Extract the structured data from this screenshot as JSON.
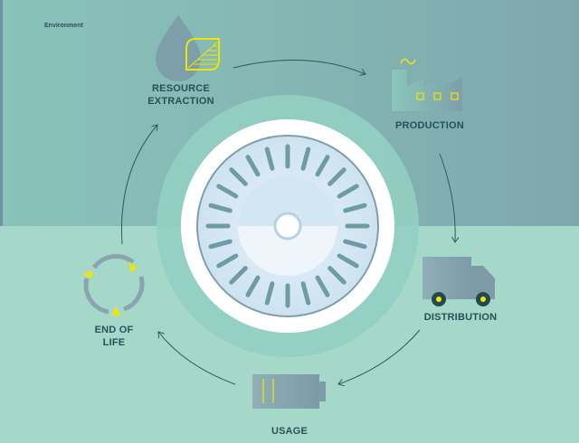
{
  "header": {
    "title": "Environment"
  },
  "stages": [
    {
      "label_line1": "RESOURCE",
      "label_line2": "EXTRACTION",
      "icon": "water-drop-leaf-icon"
    },
    {
      "label_line1": "PRODUCTION",
      "icon": "factory-icon"
    },
    {
      "label_line1": "DISTRIBUTION",
      "icon": "truck-icon"
    },
    {
      "label_line1": "USAGE",
      "icon": "battery-icon"
    },
    {
      "label_line1": "END OF",
      "label_line2": "LIFE",
      "icon": "recycle-icon"
    }
  ],
  "colors": {
    "top_bg": "#86b9b5",
    "bottom_bg": "#a5d8c9",
    "accent": "#f2e600",
    "text": "#27505a",
    "icon": "#7fa3ad"
  }
}
